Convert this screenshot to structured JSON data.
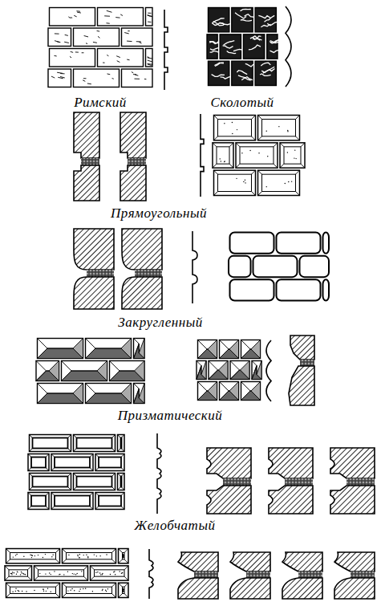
{
  "diagram": {
    "labels": [
      "Римский",
      "Сколотый",
      "Прямоугольный",
      "Закругленный",
      "Призматический",
      "Желобчатый"
    ]
  }
}
